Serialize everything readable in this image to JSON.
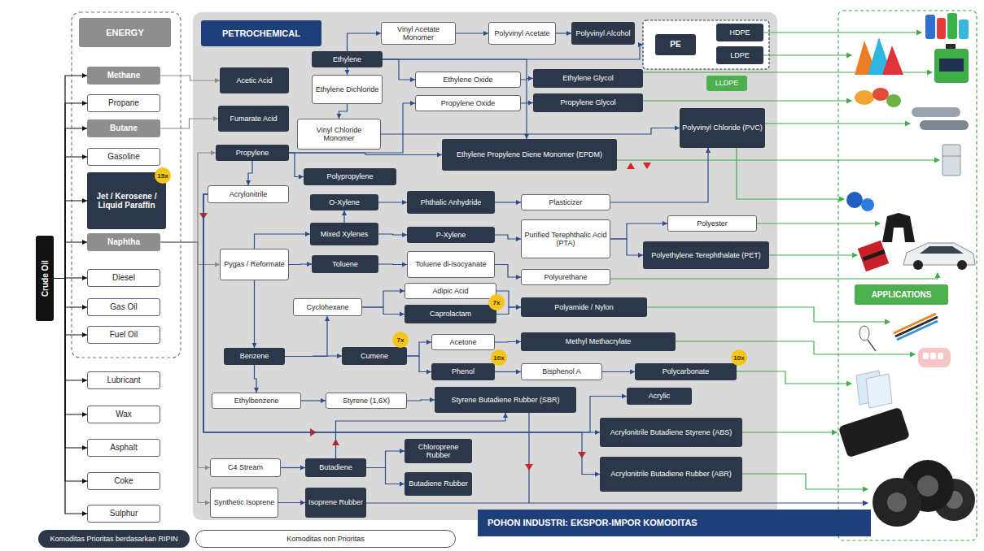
{
  "diagram": {
    "nodes": [
      {
        "text": [
          "Crude Oil"
        ]
      },
      {
        "text": [
          "ENERGY"
        ]
      },
      {
        "text": [
          "Methane"
        ],
        "in": 1
      },
      {
        "text": [
          "Propane"
        ],
        "in": 1
      },
      {
        "text": [
          "Butane"
        ],
        "in": 1
      },
      {
        "text": [
          "Gasoline"
        ],
        "in": 1
      },
      {
        "text": [
          "Jet / Kerosene / Liquid Paraffin"
        ],
        "in": 1
      },
      {
        "text": [
          "Naphtha"
        ],
        "in": 1
      },
      {
        "text": [
          "Diesel"
        ],
        "in": 1
      },
      {
        "text": [
          "Gas Oil"
        ],
        "in": 1
      },
      {
        "text": [
          "Fuel Oil"
        ],
        "in": 1
      },
      {
        "text": [
          "Lubricant"
        ]
      },
      {
        "text": [
          "Wax"
        ]
      },
      {
        "text": [
          "Asphalt"
        ]
      },
      {
        "text": [
          "Coke"
        ]
      },
      {
        "text": [
          "Sulphur"
        ]
      },
      {
        "text": [
          "PETROCHEMICAL"
        ]
      },
      {
        "text": [
          "Acetic Acid"
        ],
        "in": 16
      },
      {
        "text": [
          "Ethylene"
        ],
        "in": 16
      },
      {
        "text": [
          "Vinyl Acetate Monomer"
        ],
        "in": 16
      },
      {
        "text": [
          "Polyvinyl Acetate"
        ],
        "in": 16
      },
      {
        "text": [
          "Polyvinyl Alcohol"
        ],
        "in": 16
      },
      {
        "text": [
          "PE"
        ],
        "in": 16
      },
      {
        "text": [
          "HDPE"
        ],
        "in": 22
      },
      {
        "text": [
          "LDPE"
        ],
        "in": 22
      },
      {
        "text": [
          "Fumarate Acid"
        ],
        "in": 16
      },
      {
        "text": [
          "Ethylene Dichloride"
        ],
        "in": 16
      },
      {
        "text": [
          "Ethylene Oxide"
        ],
        "in": 16
      },
      {
        "text": [
          "Ethylene Glycol"
        ],
        "in": 16
      },
      {
        "text": [
          "LLDPE"
        ],
        "in": 16
      },
      {
        "text": [
          "Propylene Oxide"
        ],
        "in": 16
      },
      {
        "text": [
          "Propylene Glycol"
        ],
        "in": 16
      },
      {
        "text": [
          "Vinyl Chloride Monomer"
        ],
        "in": 16
      },
      {
        "text": [
          "Polyvinyl Chloride (PVC)"
        ],
        "in": 16
      },
      {
        "text": [
          "Propylene"
        ],
        "in": 16
      },
      {
        "text": [
          "Ethylene Propylene Diene Monomer (EPDM)"
        ],
        "in": 16
      },
      {
        "text": [
          "Polypropylene"
        ],
        "in": 16
      },
      {
        "text": [
          "Acrylonitrile"
        ],
        "in": 16
      },
      {
        "text": [
          "O-Xylene"
        ],
        "in": 16
      },
      {
        "text": [
          "Phthalic Anhydride"
        ],
        "in": 16
      },
      {
        "text": [
          "Plasticizer"
        ],
        "in": 16
      },
      {
        "text": [
          "Mixed Xylenes"
        ],
        "in": 16
      },
      {
        "text": [
          "P-Xylene"
        ],
        "in": 16
      },
      {
        "text": [
          "Purified Terephthalic Acid (PTA)"
        ],
        "in": 16
      },
      {
        "text": [
          "Polyester"
        ],
        "in": 16
      },
      {
        "text": [
          "Polyethylene Terephthalate (PET)"
        ],
        "in": 16
      },
      {
        "text": [
          "Pygas / Reformate"
        ],
        "in": 16
      },
      {
        "text": [
          "Toluene"
        ],
        "in": 16
      },
      {
        "text": [
          "Toluene di-isocyanate"
        ],
        "in": 16
      },
      {
        "text": [
          "Polyurethane"
        ],
        "in": 16
      },
      {
        "text": [
          "Adipic Acid"
        ],
        "in": 16
      },
      {
        "text": [
          "Cyclohexane"
        ],
        "in": 16
      },
      {
        "text": [
          "Caprolactam"
        ],
        "in": 16
      },
      {
        "text": [
          "Polyamide / Nylon"
        ],
        "in": 16
      },
      {
        "text": [
          "Acetone"
        ],
        "in": 16
      },
      {
        "text": [
          "Methyl Methacrylate"
        ],
        "in": 16
      },
      {
        "text": [
          "Benzene"
        ],
        "in": 16
      },
      {
        "text": [
          "Cumene"
        ],
        "in": 16
      },
      {
        "text": [
          "Phenol"
        ],
        "in": 16
      },
      {
        "text": [
          "Bisphenol A"
        ],
        "in": 16
      },
      {
        "text": [
          "Polycarbonate"
        ],
        "in": 16
      },
      {
        "text": [
          "Ethylbenzene"
        ],
        "in": 16
      },
      {
        "text": [
          "Styrene (1,6X)"
        ],
        "in": 16
      },
      {
        "text": [
          "Styrene Butadiene Rubber (SBR)"
        ],
        "in": 16
      },
      {
        "text": [
          "Acrylic"
        ],
        "in": 16
      },
      {
        "text": [
          "Acrylonitrile Butadiene Styrene (ABS)"
        ],
        "in": 16
      },
      {
        "text": [
          "Chloroprene Rubber"
        ],
        "in": 16
      },
      {
        "text": [
          "C4 Stream"
        ],
        "in": 16
      },
      {
        "text": [
          "Butadiene"
        ],
        "in": 16
      },
      {
        "text": [
          "Acrylonitrile Butadiene Rubber (ABR)"
        ],
        "in": 16
      },
      {
        "text": [
          "Butadiene Rubber"
        ],
        "in": 16
      },
      {
        "text": [
          "Synthetic Isoprene"
        ],
        "in": 16
      },
      {
        "text": [
          "Isoprene Rubber"
        ],
        "in": 16
      },
      {
        "text": [
          "POHON INDUSTRI: EKSPOR-IMPOR KOMODITAS"
        ]
      },
      {
        "text": [
          "APPLICATIONS"
        ]
      }
    ],
    "edges": [
      {
        "from": 0,
        "to": 2,
        "arrow": "to"
      },
      {
        "from": 0,
        "to": 3,
        "arrow": "to"
      },
      {
        "from": 0,
        "to": 4,
        "arrow": "to"
      },
      {
        "from": 0,
        "to": 5,
        "arrow": "to"
      },
      {
        "from": 0,
        "to": 6,
        "arrow": "to"
      },
      {
        "from": 0,
        "to": 7,
        "arrow": "to"
      },
      {
        "from": 0,
        "to": 8,
        "arrow": "to"
      },
      {
        "from": 0,
        "to": 9,
        "arrow": "to"
      },
      {
        "from": 0,
        "to": 10,
        "arrow": "to"
      },
      {
        "from": 0,
        "to": 11,
        "arrow": "to"
      },
      {
        "from": 0,
        "to": 12,
        "arrow": "to"
      },
      {
        "from": 0,
        "to": 13,
        "arrow": "to"
      },
      {
        "from": 0,
        "to": 14,
        "arrow": "to"
      },
      {
        "from": 0,
        "to": 15,
        "arrow": "to"
      },
      {
        "from": 2,
        "to": 17,
        "arrow": "to"
      },
      {
        "from": 4,
        "to": 25,
        "arrow": "to"
      },
      {
        "from": 7,
        "to": 34,
        "arrow": "to"
      },
      {
        "from": 7,
        "to": 46,
        "arrow": "to"
      },
      {
        "from": 7,
        "to": 67,
        "arrow": "to"
      },
      {
        "from": 7,
        "to": 71,
        "arrow": "to"
      },
      {
        "from": 18,
        "to": 19,
        "arrow": "to"
      },
      {
        "from": 19,
        "to": 20,
        "arrow": "to"
      },
      {
        "from": 20,
        "to": 21,
        "arrow": "to"
      },
      {
        "from": 18,
        "to": 22,
        "arrow": "to"
      },
      {
        "from": 18,
        "to": 26,
        "arrow": "to"
      },
      {
        "from": 26,
        "to": 32,
        "arrow": "to"
      },
      {
        "from": 32,
        "to": 33,
        "arrow": "to"
      },
      {
        "from": 18,
        "to": 27,
        "arrow": "to"
      },
      {
        "from": 27,
        "to": 28,
        "arrow": "to"
      },
      {
        "from": 30,
        "to": 31,
        "arrow": "to"
      },
      {
        "from": 34,
        "to": 30,
        "arrow": "to"
      },
      {
        "from": 34,
        "to": 35,
        "arrow": "to"
      },
      {
        "from": 18,
        "to": 35,
        "arrow": "to"
      },
      {
        "from": 34,
        "to": 36,
        "arrow": "to"
      },
      {
        "from": 34,
        "to": 37,
        "arrow": "to"
      },
      {
        "from": 40,
        "to": 33,
        "arrow": "to"
      },
      {
        "from": 38,
        "to": 39,
        "arrow": "to"
      },
      {
        "from": 39,
        "to": 40,
        "arrow": "to"
      },
      {
        "from": 41,
        "to": 38,
        "arrow": "to"
      },
      {
        "from": 41,
        "to": 42,
        "arrow": "to"
      },
      {
        "from": 42,
        "to": 43,
        "arrow": "to"
      },
      {
        "from": 43,
        "to": 44,
        "arrow": "to"
      },
      {
        "from": 43,
        "to": 45,
        "arrow": "to"
      },
      {
        "from": 46,
        "to": 41,
        "arrow": "to"
      },
      {
        "from": 46,
        "to": 47,
        "arrow": "to"
      },
      {
        "from": 47,
        "to": 48,
        "arrow": "to"
      },
      {
        "from": 48,
        "to": 49,
        "arrow": "to"
      },
      {
        "from": 46,
        "to": 56,
        "arrow": "to"
      },
      {
        "from": 56,
        "to": 51,
        "arrow": "to"
      },
      {
        "from": 51,
        "to": 50,
        "arrow": "to"
      },
      {
        "from": 51,
        "to": 52,
        "arrow": "to"
      },
      {
        "from": 50,
        "to": 53,
        "arrow": "to"
      },
      {
        "from": 52,
        "to": 53,
        "arrow": "to"
      },
      {
        "from": 56,
        "to": 57,
        "arrow": "to"
      },
      {
        "from": 57,
        "to": 54,
        "arrow": "to"
      },
      {
        "from": 57,
        "to": 58,
        "arrow": "to"
      },
      {
        "from": 54,
        "to": 55,
        "arrow": "to"
      },
      {
        "from": 58,
        "to": 59,
        "arrow": "to"
      },
      {
        "from": 59,
        "to": 60,
        "arrow": "to"
      },
      {
        "from": 56,
        "to": 61,
        "arrow": "to"
      },
      {
        "from": 61,
        "to": 62,
        "arrow": "to"
      },
      {
        "from": 62,
        "to": 63,
        "arrow": "to"
      },
      {
        "from": 67,
        "to": 68,
        "arrow": "to"
      },
      {
        "from": 68,
        "to": 63,
        "arrow": "to"
      },
      {
        "from": 68,
        "to": 66,
        "arrow": "to"
      },
      {
        "from": 68,
        "to": 70,
        "arrow": "to"
      },
      {
        "from": 71,
        "to": 72,
        "arrow": "to"
      },
      {
        "from": 37,
        "to": 65,
        "arrow": "to"
      },
      {
        "from": 37,
        "to": 69,
        "arrow": "to"
      },
      {
        "from": 37,
        "to": 64,
        "arrow": "to"
      }
    ],
    "labels": [
      "15x",
      "7x",
      "7x",
      "10x",
      "10x"
    ],
    "legend": [
      {
        "text": "Komoditas Prioritas berdasarkan RIPIN",
        "color": "#2c3849"
      },
      {
        "text": "Komoditas non Prioritas",
        "color": "#ffffff"
      }
    ]
  }
}
